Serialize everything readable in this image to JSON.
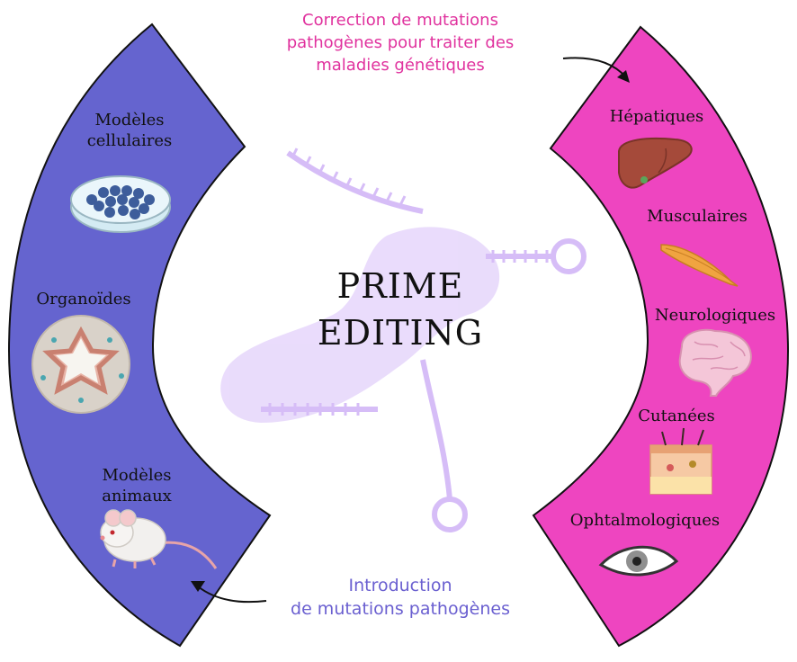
{
  "title": {
    "line1": "PRIME",
    "line2": "EDITING"
  },
  "left_panel": {
    "color": "#6564cf",
    "items": [
      {
        "label_line1": "Modèles",
        "label_line2": "cellulaires",
        "icon": "petri-dish-icon"
      },
      {
        "label_line1": "Organoïdes",
        "label_line2": "",
        "icon": "organoid-icon"
      },
      {
        "label_line1": "Modèles",
        "label_line2": "animaux",
        "icon": "mouse-icon"
      }
    ]
  },
  "right_panel": {
    "color": "#ee45c0",
    "items": [
      {
        "label": "Hépatiques",
        "icon": "liver-icon"
      },
      {
        "label": "Musculaires",
        "icon": "muscle-icon"
      },
      {
        "label": "Neurologiques",
        "icon": "brain-icon"
      },
      {
        "label": "Cutanées",
        "icon": "skin-icon"
      },
      {
        "label": "Ophtalmologiques",
        "icon": "eye-icon"
      }
    ]
  },
  "captions": {
    "top_right": {
      "line1": "Correction de mutations",
      "line2": "pathogènes pour traiter des",
      "line3": "maladies génétiques",
      "color": "#e0329e"
    },
    "bottom_left": {
      "line1": "Introduction",
      "line2": "de mutations pathogènes",
      "color": "#6a5fd0"
    }
  }
}
